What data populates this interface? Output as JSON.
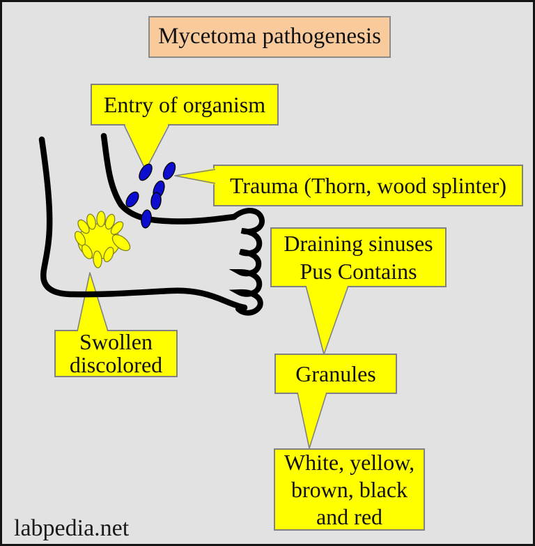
{
  "page": {
    "watermark": "labpedia.net",
    "background": "#e2e2e2",
    "frame_color": "#151515"
  },
  "title_box": {
    "label": "Mycetoma pathogenesis",
    "bg": "#f9ca9b"
  },
  "callouts": {
    "entry_of_organism": {
      "label": "Entry of organism"
    },
    "trauma": {
      "label": "Trauma (Thorn, wood splinter)"
    },
    "draining_sinuses": {
      "line1": "Draining sinuses",
      "line2": "Pus Contains"
    },
    "swollen": {
      "line1": "Swollen",
      "line2": "discolored"
    },
    "granules": {
      "label": "Granules"
    },
    "granule_colors": {
      "line1": "White, yellow,",
      "line2": "brown, black",
      "line3": "and red"
    }
  },
  "colors": {
    "callout_bg": "#ffff00",
    "callout_border": "#808080",
    "organism_blue": "#0d0dd0",
    "swelling_yellow": "#ffff00",
    "swelling_outline": "#808020",
    "foot_outline": "#000000"
  },
  "icons": {
    "organisms": "blue-oval-organism-cluster",
    "swelling": "yellow-oval-swelling-ring",
    "foot": "foot-ankle-outline"
  }
}
